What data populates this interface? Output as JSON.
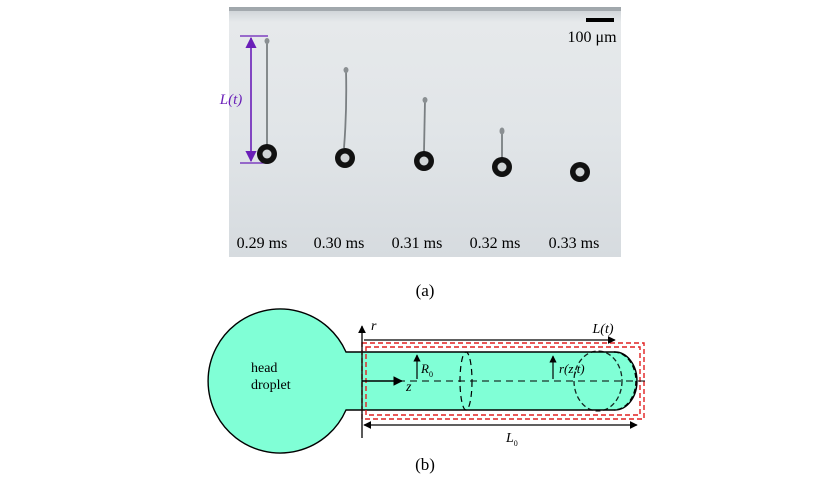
{
  "panel_a": {
    "scale_bar_label": "100 μm",
    "length_label": "L(t)",
    "times": [
      "0.29 ms",
      "0.30 ms",
      "0.31 ms",
      "0.32 ms",
      "0.33 ms"
    ],
    "caption": "(a)",
    "colors": {
      "background": "#d9dee2",
      "annotation": "#6a1fb8",
      "drop": "#111111"
    }
  },
  "panel_b": {
    "head_label_line1": "head",
    "head_label_line2": "droplet",
    "r_axis_label": "r",
    "z_axis_label": "z",
    "length_label": "L(t)",
    "radius_label": "R",
    "radius_subscript": "0",
    "profile_label": "r(z,t)",
    "total_length_label": "L",
    "total_length_subscript": "0",
    "caption": "(b)",
    "colors": {
      "fluid": "#80ffd6",
      "dashed_box": "#e02020",
      "line": "#000000"
    }
  }
}
